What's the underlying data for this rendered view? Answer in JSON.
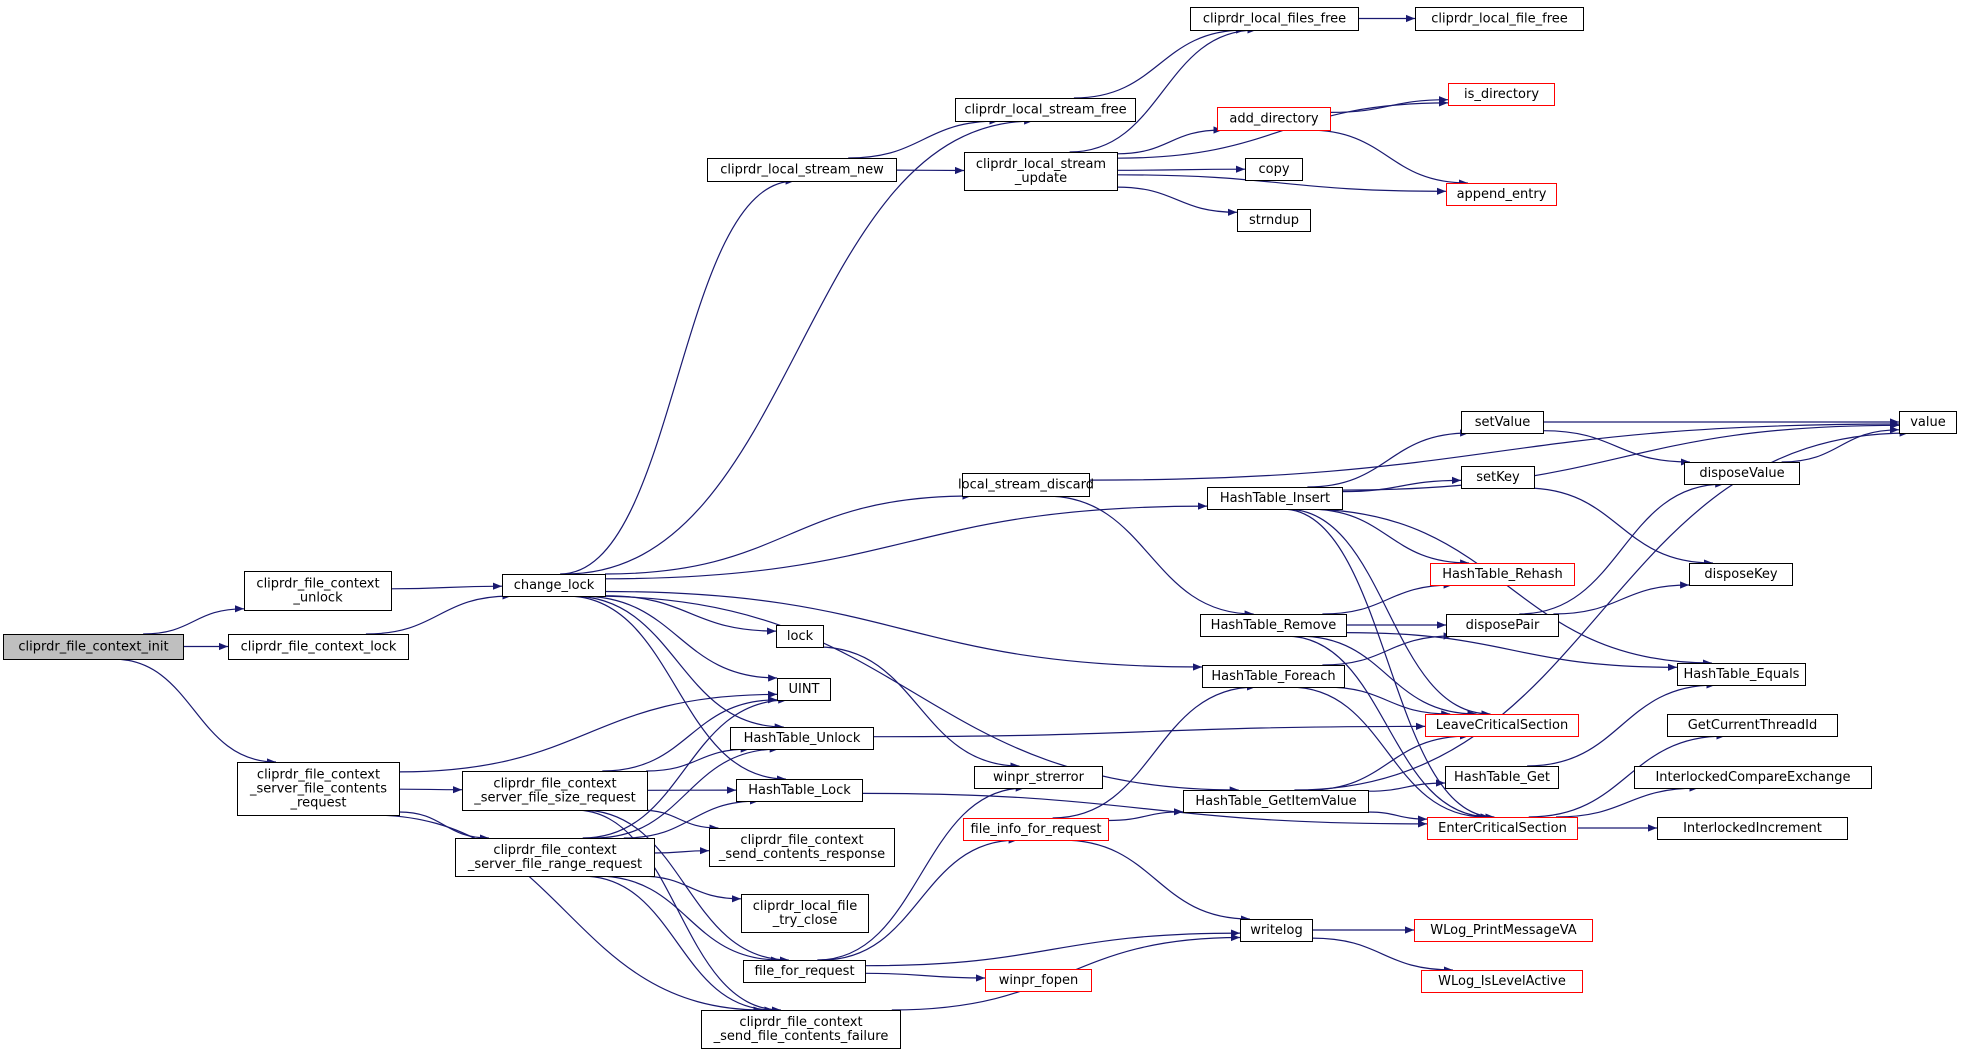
{
  "colors": {
    "edge": "#191970",
    "node_border": "#000000",
    "node_border_truncated": "#ff0000",
    "root_fill": "#bfbfbf",
    "node_fill": "#ffffff"
  },
  "nodes": [
    {
      "id": "init",
      "lines": [
        "cliprdr_file_context_init"
      ],
      "style": "root"
    },
    {
      "id": "unlock",
      "lines": [
        "cliprdr_file_context",
        "_unlock"
      ],
      "style": "normal"
    },
    {
      "id": "lockfn",
      "lines": [
        "cliprdr_file_context_lock"
      ],
      "style": "normal"
    },
    {
      "id": "scr",
      "lines": [
        "cliprdr_file_context",
        "_server_file_contents",
        "_request"
      ],
      "style": "normal"
    },
    {
      "id": "change",
      "lines": [
        "change_lock"
      ],
      "style": "normal"
    },
    {
      "id": "fsr",
      "lines": [
        "cliprdr_file_context",
        "_server_file_size_request"
      ],
      "style": "normal"
    },
    {
      "id": "frr",
      "lines": [
        "cliprdr_file_context",
        "_server_file_range_request"
      ],
      "style": "normal"
    },
    {
      "id": "lsn",
      "lines": [
        "cliprdr_local_stream_new"
      ],
      "style": "normal"
    },
    {
      "id": "lsf",
      "lines": [
        "cliprdr_local_stream_free"
      ],
      "style": "normal"
    },
    {
      "id": "lfsf",
      "lines": [
        "cliprdr_local_files_free"
      ],
      "style": "normal"
    },
    {
      "id": "lff",
      "lines": [
        "cliprdr_local_file_free"
      ],
      "style": "normal"
    },
    {
      "id": "lsu",
      "lines": [
        "cliprdr_local_stream",
        "_update"
      ],
      "style": "normal"
    },
    {
      "id": "isdir",
      "lines": [
        "is_directory"
      ],
      "style": "truncated"
    },
    {
      "id": "adddir",
      "lines": [
        "add_directory"
      ],
      "style": "truncated"
    },
    {
      "id": "copy",
      "lines": [
        "copy"
      ],
      "style": "normal"
    },
    {
      "id": "append",
      "lines": [
        "append_entry"
      ],
      "style": "truncated"
    },
    {
      "id": "strndup",
      "lines": [
        "strndup"
      ],
      "style": "normal"
    },
    {
      "id": "lsd",
      "lines": [
        "local_stream_discard"
      ],
      "style": "normal"
    },
    {
      "id": "lock",
      "lines": [
        "lock"
      ],
      "style": "normal"
    },
    {
      "id": "uint",
      "lines": [
        "UINT"
      ],
      "style": "normal"
    },
    {
      "id": "htu",
      "lines": [
        "HashTable_Unlock"
      ],
      "style": "normal"
    },
    {
      "id": "htl",
      "lines": [
        "HashTable_Lock"
      ],
      "style": "normal"
    },
    {
      "id": "scres",
      "lines": [
        "cliprdr_file_context",
        "_send_contents_response"
      ],
      "style": "normal"
    },
    {
      "id": "ltc",
      "lines": [
        "cliprdr_local_file",
        "_try_close"
      ],
      "style": "normal"
    },
    {
      "id": "ffr",
      "lines": [
        "file_for_request"
      ],
      "style": "normal"
    },
    {
      "id": "sfcf",
      "lines": [
        "cliprdr_file_context",
        "_send_file_contents_failure"
      ],
      "style": "normal"
    },
    {
      "id": "wstr",
      "lines": [
        "winpr_strerror"
      ],
      "style": "normal"
    },
    {
      "id": "fifr",
      "lines": [
        "file_info_for_request"
      ],
      "style": "truncated"
    },
    {
      "id": "wfopen",
      "lines": [
        "winpr_fopen"
      ],
      "style": "truncated"
    },
    {
      "id": "htins",
      "lines": [
        "HashTable_Insert"
      ],
      "style": "normal"
    },
    {
      "id": "htrem",
      "lines": [
        "HashTable_Remove"
      ],
      "style": "normal"
    },
    {
      "id": "htfor",
      "lines": [
        "HashTable_Foreach"
      ],
      "style": "normal"
    },
    {
      "id": "htgiv",
      "lines": [
        "HashTable_GetItemValue"
      ],
      "style": "normal"
    },
    {
      "id": "writelog",
      "lines": [
        "writelog"
      ],
      "style": "normal"
    },
    {
      "id": "setvalue",
      "lines": [
        "setValue"
      ],
      "style": "normal"
    },
    {
      "id": "setkey",
      "lines": [
        "setKey"
      ],
      "style": "normal"
    },
    {
      "id": "rehash",
      "lines": [
        "HashTable_Rehash"
      ],
      "style": "truncated"
    },
    {
      "id": "dpair",
      "lines": [
        "disposePair"
      ],
      "style": "normal"
    },
    {
      "id": "lcs",
      "lines": [
        "LeaveCriticalSection"
      ],
      "style": "truncated"
    },
    {
      "id": "htget",
      "lines": [
        "HashTable_Get"
      ],
      "style": "normal"
    },
    {
      "id": "ecs",
      "lines": [
        "EnterCriticalSection"
      ],
      "style": "truncated"
    },
    {
      "id": "wpm",
      "lines": [
        "WLog_PrintMessageVA"
      ],
      "style": "truncated"
    },
    {
      "id": "wila",
      "lines": [
        "WLog_IsLevelActive"
      ],
      "style": "truncated"
    },
    {
      "id": "dval",
      "lines": [
        "disposeValue"
      ],
      "style": "normal"
    },
    {
      "id": "dkey",
      "lines": [
        "disposeKey"
      ],
      "style": "normal"
    },
    {
      "id": "hteq",
      "lines": [
        "HashTable_Equals"
      ],
      "style": "normal"
    },
    {
      "id": "gct",
      "lines": [
        "GetCurrentThreadId"
      ],
      "style": "normal"
    },
    {
      "id": "ice",
      "lines": [
        "InterlockedCompareExchange"
      ],
      "style": "normal"
    },
    {
      "id": "iinc",
      "lines": [
        "InterlockedIncrement"
      ],
      "style": "normal"
    },
    {
      "id": "value",
      "lines": [
        "value"
      ],
      "style": "normal"
    }
  ],
  "edges": [
    {
      "from": "init",
      "to": "unlock"
    },
    {
      "from": "init",
      "to": "lockfn"
    },
    {
      "from": "init",
      "to": "scr"
    },
    {
      "from": "unlock",
      "to": "change"
    },
    {
      "from": "lockfn",
      "to": "change"
    },
    {
      "from": "change",
      "to": "lsn"
    },
    {
      "from": "change",
      "to": "lsf"
    },
    {
      "from": "change",
      "to": "lsd"
    },
    {
      "from": "change",
      "to": "htins"
    },
    {
      "from": "change",
      "to": "htfor"
    },
    {
      "from": "change",
      "to": "htgiv"
    },
    {
      "from": "change",
      "to": "lock"
    },
    {
      "from": "change",
      "to": "uint"
    },
    {
      "from": "change",
      "to": "htu"
    },
    {
      "from": "change",
      "to": "htl"
    },
    {
      "from": "lsn",
      "to": "lsf"
    },
    {
      "from": "lsn",
      "to": "lsu"
    },
    {
      "from": "lsf",
      "to": "lfsf"
    },
    {
      "from": "lfsf",
      "to": "lff"
    },
    {
      "from": "lsu",
      "to": "lfsf"
    },
    {
      "from": "lsu",
      "to": "isdir"
    },
    {
      "from": "lsu",
      "to": "adddir"
    },
    {
      "from": "lsu",
      "to": "copy"
    },
    {
      "from": "lsu",
      "to": "strndup"
    },
    {
      "from": "lsu",
      "to": "append"
    },
    {
      "from": "adddir",
      "to": "isdir"
    },
    {
      "from": "adddir",
      "to": "append"
    },
    {
      "from": "lsd",
      "to": "value"
    },
    {
      "from": "lsd",
      "to": "htrem"
    },
    {
      "from": "lock",
      "to": "wstr"
    },
    {
      "from": "scr",
      "to": "uint"
    },
    {
      "from": "scr",
      "to": "fsr"
    },
    {
      "from": "scr",
      "to": "frr"
    },
    {
      "from": "scr",
      "to": "sfcf"
    },
    {
      "from": "fsr",
      "to": "uint"
    },
    {
      "from": "fsr",
      "to": "htu"
    },
    {
      "from": "fsr",
      "to": "htl"
    },
    {
      "from": "fsr",
      "to": "scres"
    },
    {
      "from": "fsr",
      "to": "ffr"
    },
    {
      "from": "fsr",
      "to": "sfcf"
    },
    {
      "from": "frr",
      "to": "uint"
    },
    {
      "from": "frr",
      "to": "htu"
    },
    {
      "from": "frr",
      "to": "htl"
    },
    {
      "from": "frr",
      "to": "scres"
    },
    {
      "from": "frr",
      "to": "ltc"
    },
    {
      "from": "frr",
      "to": "ffr"
    },
    {
      "from": "frr",
      "to": "sfcf"
    },
    {
      "from": "htu",
      "to": "lcs"
    },
    {
      "from": "htl",
      "to": "ecs"
    },
    {
      "from": "ffr",
      "to": "wstr"
    },
    {
      "from": "ffr",
      "to": "fifr"
    },
    {
      "from": "ffr",
      "to": "writelog"
    },
    {
      "from": "ffr",
      "to": "wfopen"
    },
    {
      "from": "sfcf",
      "to": "writelog"
    },
    {
      "from": "fifr",
      "to": "htfor"
    },
    {
      "from": "fifr",
      "to": "htgiv"
    },
    {
      "from": "fifr",
      "to": "writelog"
    },
    {
      "from": "htins",
      "to": "value"
    },
    {
      "from": "htins",
      "to": "setvalue"
    },
    {
      "from": "htins",
      "to": "setkey"
    },
    {
      "from": "htins",
      "to": "rehash"
    },
    {
      "from": "htins",
      "to": "hteq"
    },
    {
      "from": "htins",
      "to": "lcs"
    },
    {
      "from": "htins",
      "to": "ecs"
    },
    {
      "from": "htrem",
      "to": "rehash"
    },
    {
      "from": "htrem",
      "to": "dpair"
    },
    {
      "from": "htrem",
      "to": "hteq"
    },
    {
      "from": "htrem",
      "to": "lcs"
    },
    {
      "from": "htrem",
      "to": "ecs"
    },
    {
      "from": "htfor",
      "to": "dpair"
    },
    {
      "from": "htfor",
      "to": "lcs"
    },
    {
      "from": "htfor",
      "to": "ecs"
    },
    {
      "from": "htgiv",
      "to": "htget"
    },
    {
      "from": "htgiv",
      "to": "lcs"
    },
    {
      "from": "htgiv",
      "to": "ecs"
    },
    {
      "from": "htgiv",
      "to": "value"
    },
    {
      "from": "htget",
      "to": "hteq"
    },
    {
      "from": "writelog",
      "to": "wpm"
    },
    {
      "from": "writelog",
      "to": "wila"
    },
    {
      "from": "setvalue",
      "to": "value"
    },
    {
      "from": "setvalue",
      "to": "dval"
    },
    {
      "from": "setkey",
      "to": "dkey"
    },
    {
      "from": "dpair",
      "to": "dval"
    },
    {
      "from": "dpair",
      "to": "dkey"
    },
    {
      "from": "dval",
      "to": "value"
    },
    {
      "from": "ecs",
      "to": "gct"
    },
    {
      "from": "ecs",
      "to": "ice"
    },
    {
      "from": "ecs",
      "to": "iinc"
    }
  ]
}
